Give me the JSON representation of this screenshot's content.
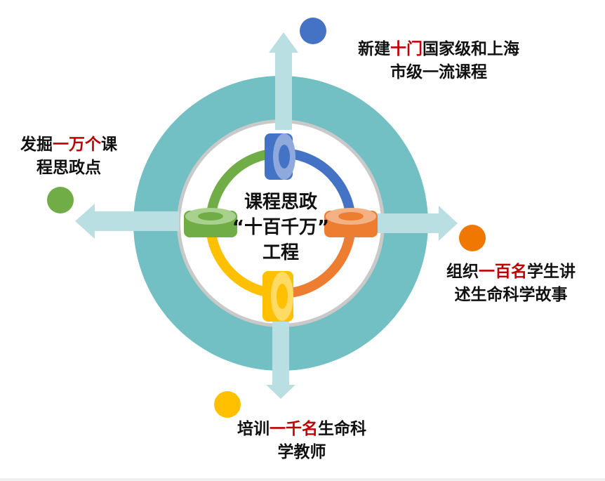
{
  "center": {
    "line1": "课程思政",
    "line2": "“十百千万”",
    "line3": "工程"
  },
  "items": {
    "top": {
      "prefix": "新建",
      "highlight": "十门",
      "suffix": "国家级和上海",
      "line2": "市级一流课程",
      "dot_color": "#4472c4"
    },
    "right": {
      "prefix": "组织",
      "highlight": "一百名",
      "suffix": "学生讲",
      "line2": "述生命科学故事",
      "dot_color": "#f07800"
    },
    "bottom": {
      "prefix": "培训",
      "highlight": "一千名",
      "suffix": "生命科",
      "line2": "学教师",
      "dot_color": "#ffc000"
    },
    "left": {
      "prefix": "发掘",
      "highlight": "一万个",
      "suffix": "课",
      "line2": "程思政点",
      "dot_color": "#70ad47"
    }
  },
  "colors": {
    "outer_ring": "#72bfc4",
    "arrow": "#b9dfe2",
    "highlight_text": "#c00000",
    "inner_gray": "#d9d9d9",
    "ring_blue": "#4472c4",
    "ring_orange": "#ed7d31",
    "ring_yellow": "#ffc000",
    "ring_green": "#70ad47"
  }
}
